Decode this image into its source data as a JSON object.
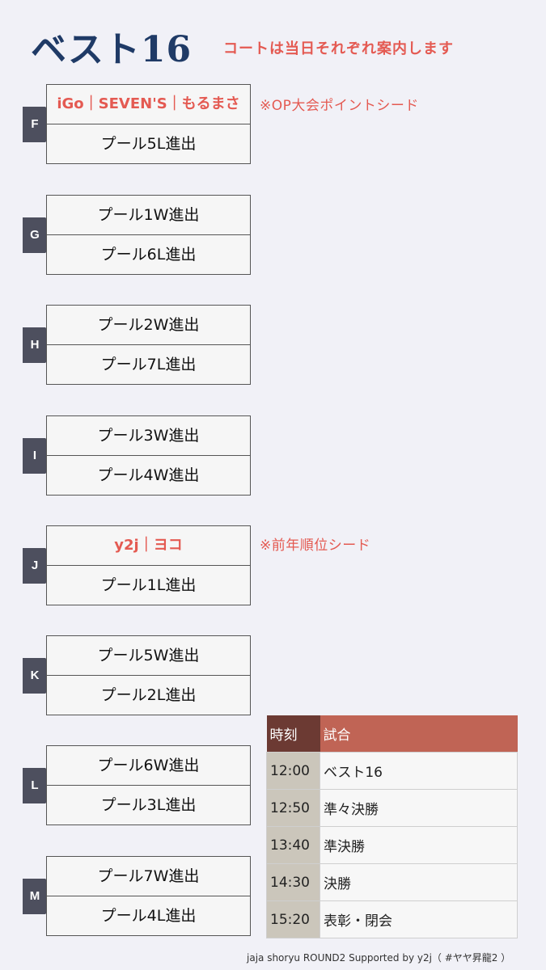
{
  "title": "ベスト16",
  "subtitle": "コートは当日それぞれ案内します",
  "matches": [
    {
      "tag": "F",
      "top": "iGo｜SEVEN'S｜もるまさ",
      "bottom": "プール5L進出",
      "note": "※OP大会ポイントシード"
    },
    {
      "tag": "G",
      "top": "プール1W進出",
      "bottom": "プール6L進出"
    },
    {
      "tag": "H",
      "top": "プール2W進出",
      "bottom": "プール7L進出"
    },
    {
      "tag": "I",
      "top": "プール3W進出",
      "bottom": "プール4W進出"
    },
    {
      "tag": "J",
      "top": "y2j｜ヨコ",
      "bottom": "プール1L進出",
      "note": "※前年順位シード"
    },
    {
      "tag": "K",
      "top": "プール5W進出",
      "bottom": "プール2L進出"
    },
    {
      "tag": "L",
      "top": "プール6W進出",
      "bottom": "プール3L進出"
    },
    {
      "tag": "M",
      "top": "プール7W進出",
      "bottom": "プール4L進出"
    }
  ],
  "schedule": {
    "headers": [
      "時刻",
      "試合"
    ],
    "rows": [
      {
        "time": "12:00",
        "game": "ベスト16"
      },
      {
        "time": "12:50",
        "game": "準々決勝"
      },
      {
        "time": "13:40",
        "game": "準決勝"
      },
      {
        "time": "14:30",
        "game": "決勝"
      },
      {
        "time": "15:20",
        "game": "表彰・閉会"
      }
    ]
  },
  "footer": "jaja shoryu ROUND2 Supported by y2j（ #ヤヤ昇龍2 ）",
  "colors": {
    "accent": "#e45a52",
    "title": "#1f3a66",
    "tag": "#4d4f5e",
    "header_dark": "#6c3a33",
    "header_light": "#c06455"
  }
}
